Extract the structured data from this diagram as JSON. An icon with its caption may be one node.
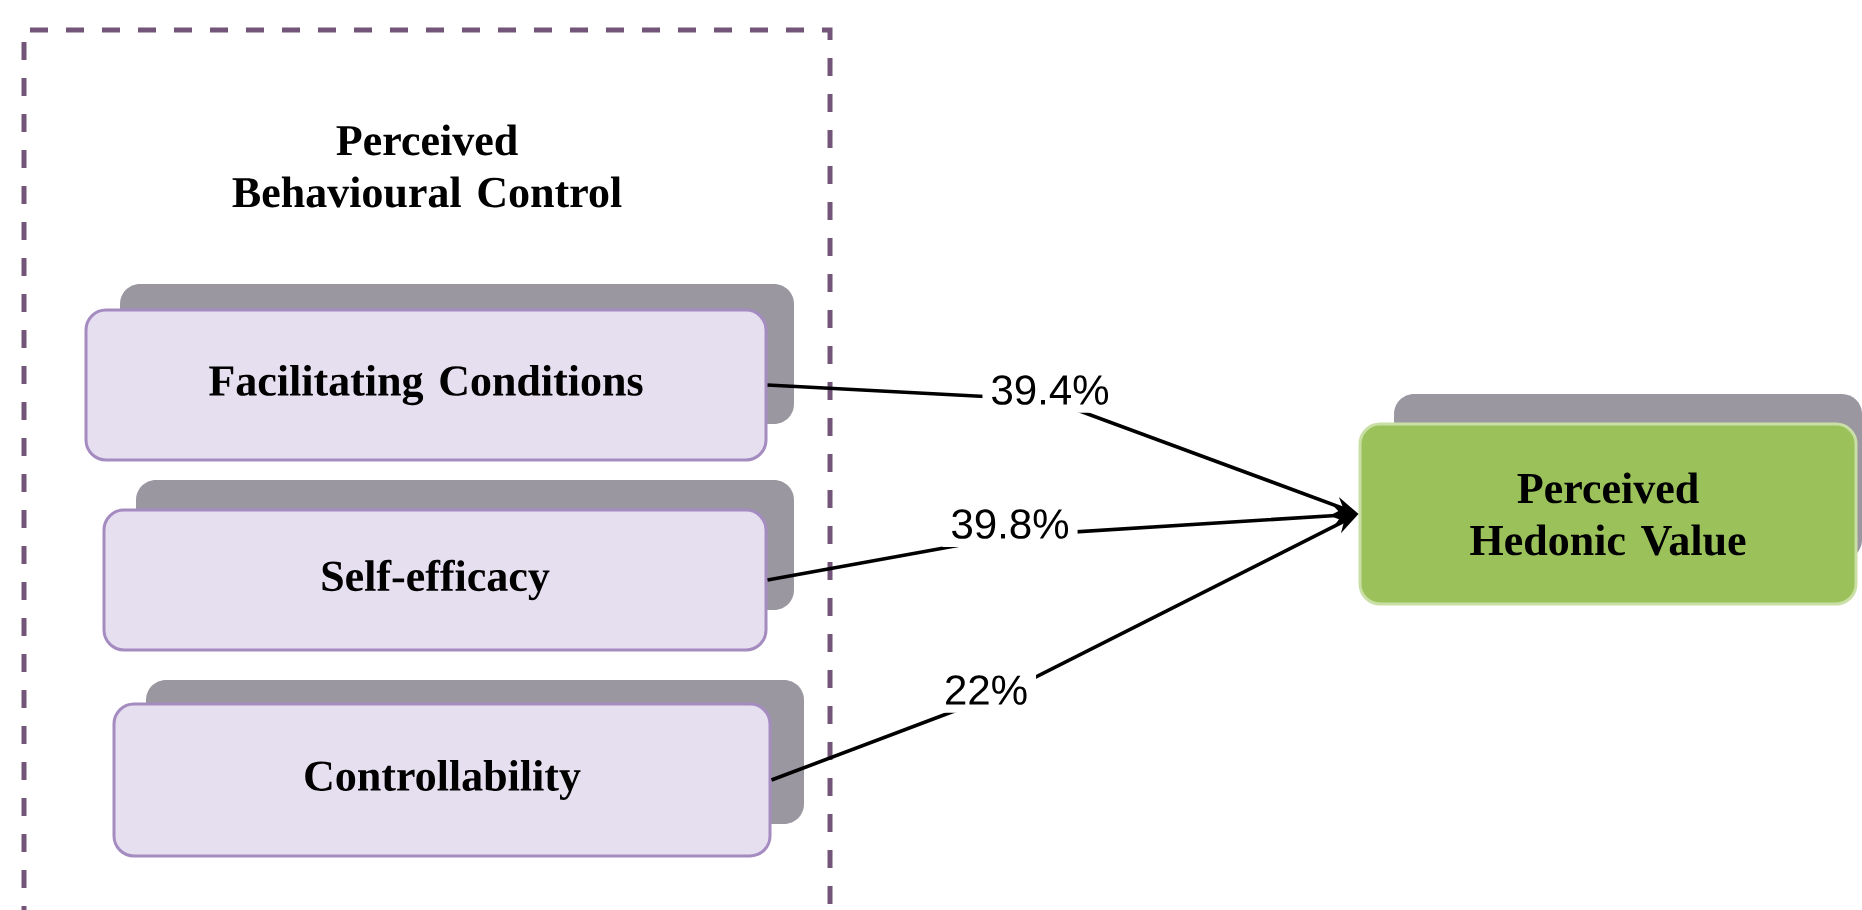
{
  "diagram": {
    "nodes": [
      {
        "text": [
          "Perceived Behavioural Control"
        ]
      },
      {
        "text": [
          "Facilitating Conditions"
        ],
        "in": 0
      },
      {
        "text": [
          "Self-efficacy"
        ],
        "in": 0
      },
      {
        "text": [
          "Controllability"
        ],
        "in": 0
      },
      {
        "text": [
          "Perceived Hedonic Value"
        ]
      }
    ],
    "edges": [
      {
        "from": 1,
        "to": 4,
        "arrow": "to",
        "label": "39.4%"
      },
      {
        "from": 2,
        "to": 4,
        "arrow": "to",
        "label": "39.8%"
      },
      {
        "from": 3,
        "to": 4,
        "arrow": "to",
        "label": "22%"
      }
    ]
  }
}
